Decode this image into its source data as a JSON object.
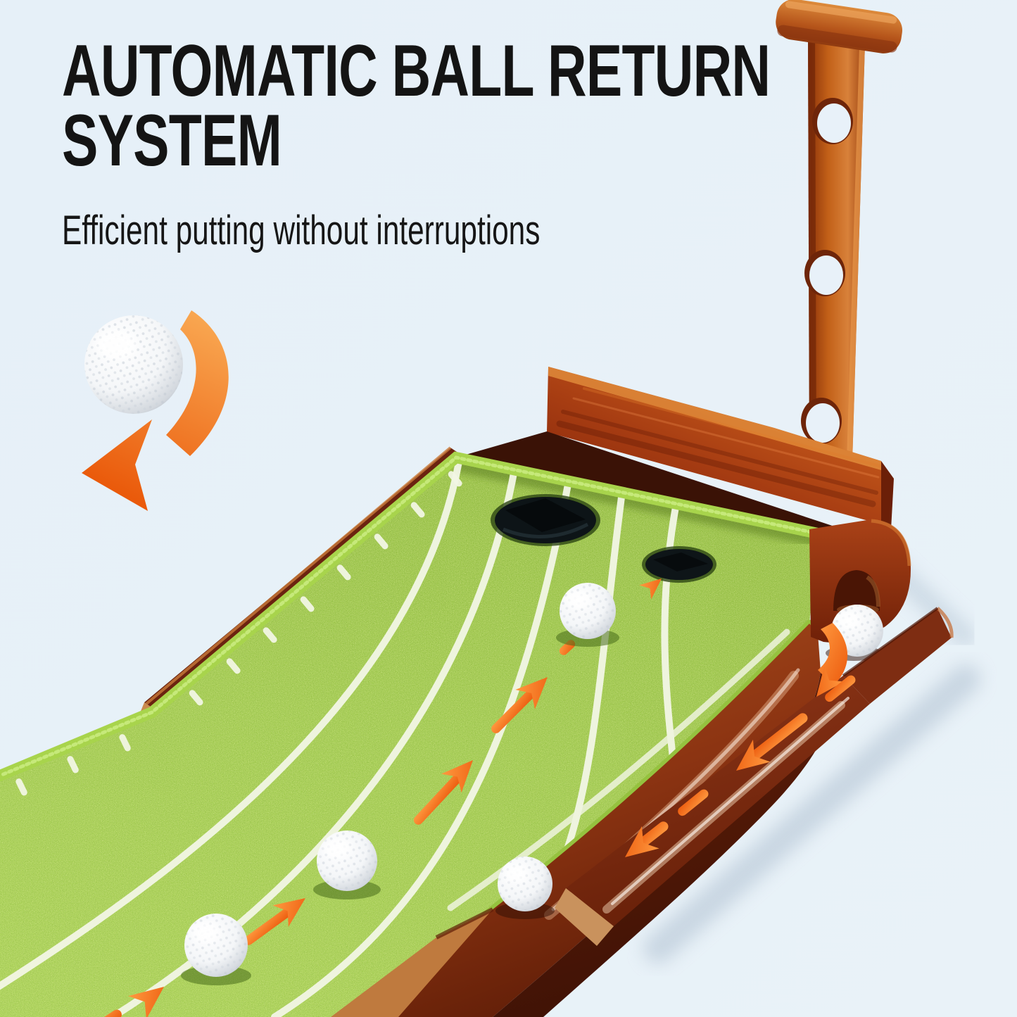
{
  "headline": {
    "line1": "AUTOMATIC BALL RETURN",
    "line2": "SYSTEM"
  },
  "subheadline": "Efficient putting without interruptions",
  "colors": {
    "background": "#e7f0f8",
    "headline_text": "#141414",
    "accent_orange": "#f0661a",
    "accent_orange_light": "#f9a751",
    "wood_brown": "#a8431c",
    "wood_dark": "#6e2209",
    "wood_highlight": "#d98436",
    "turf_green": "#9cc244",
    "turf_edge_green": "#a8d44c",
    "lane_line_white": "#f2f6e4",
    "hole_dark": "#0e1518",
    "ball_white": "#ffffff"
  },
  "icons": [
    {
      "name": "golf-ball-icon",
      "meaning": "floating golf ball"
    },
    {
      "name": "return-swoosh-arrow-icon",
      "meaning": "curved ball-return arrow"
    },
    {
      "name": "motion-arrow-icon",
      "meaning": "putt direction arrows on turf"
    },
    {
      "name": "return-arrow-icon",
      "meaning": "ball return direction arrows in channel"
    }
  ],
  "scene": {
    "putting_holes": 2,
    "balls_on_mat": 3,
    "balls_in_return_channel": 2,
    "post_peg_holes": 3,
    "lane_lines": 6
  }
}
